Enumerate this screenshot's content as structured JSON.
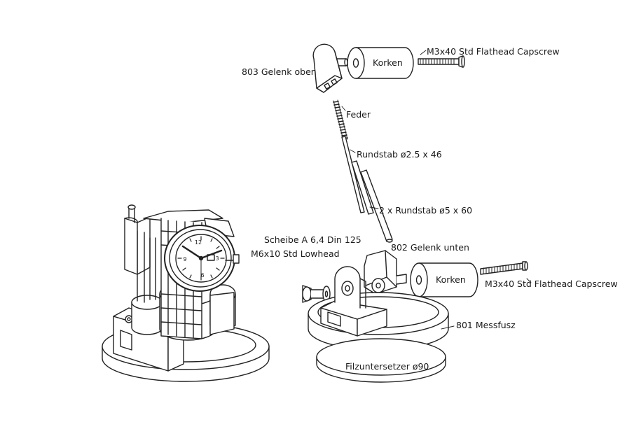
{
  "labels": {
    "flathead_top": "M3x40 Std Flathead Capscrew",
    "korken_top": "Korken",
    "gelenk_oben": "803 Gelenk oben",
    "feder": "Feder",
    "rundstab_small": "Rundstab ø2.5 x 46",
    "rundstab_big": "2 x Rundstab ø5 x 60",
    "scheibe": "Scheibe A 6,4 Din 125",
    "lowhead": "M6x10 Std Lowhead",
    "gelenk_unten": "802 Gelenk unten",
    "korken_bottom": "Korken",
    "flathead_bottom": "M3x40 Std Flathead Capscrew",
    "messfusz": "801 Messfusz",
    "filz": "Filzuntersetzer ø90"
  },
  "watch": {
    "numerals": [
      "12",
      "3",
      "6",
      "9"
    ]
  }
}
